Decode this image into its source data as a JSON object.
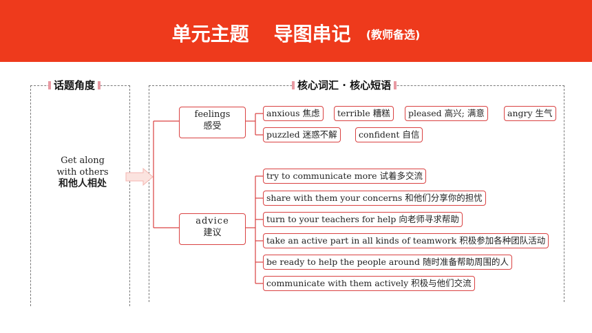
{
  "header": {
    "title_part1": "单元主题",
    "title_part2": "导图串记",
    "title_note": "(教师备选)"
  },
  "sections": {
    "left_title": "话题角度",
    "right_title": "核心词汇 · 核心短语"
  },
  "topic": {
    "en_line1": "Get along",
    "en_line2": "with others",
    "cn": "和他人相处"
  },
  "branches": {
    "feelings": {
      "en": "feelings",
      "cn": "感受",
      "items": [
        "anxious 焦虑",
        "terrible 糟糕",
        "pleased 高兴; 满意",
        "angry 生气",
        "puzzled 迷惑不解",
        "confident 自信"
      ]
    },
    "advice": {
      "en": "advice",
      "cn": "建议",
      "items": [
        "try to communicate more 试着多交流",
        "share with them your concerns 和他们分享你的担忧",
        "turn to your teachers for help 向老师寻求帮助",
        "take an active part in all kinds of teamwork 积极参加各种团队活动",
        "be ready to help the people around 随时准备帮助周围的人",
        "communicate with them actively 积极与他们交流"
      ]
    }
  },
  "colors": {
    "header_bg": "#ee3a1c",
    "node_border": "#d94040",
    "connector": "#d94040",
    "arrow": "#f4b6b0"
  }
}
